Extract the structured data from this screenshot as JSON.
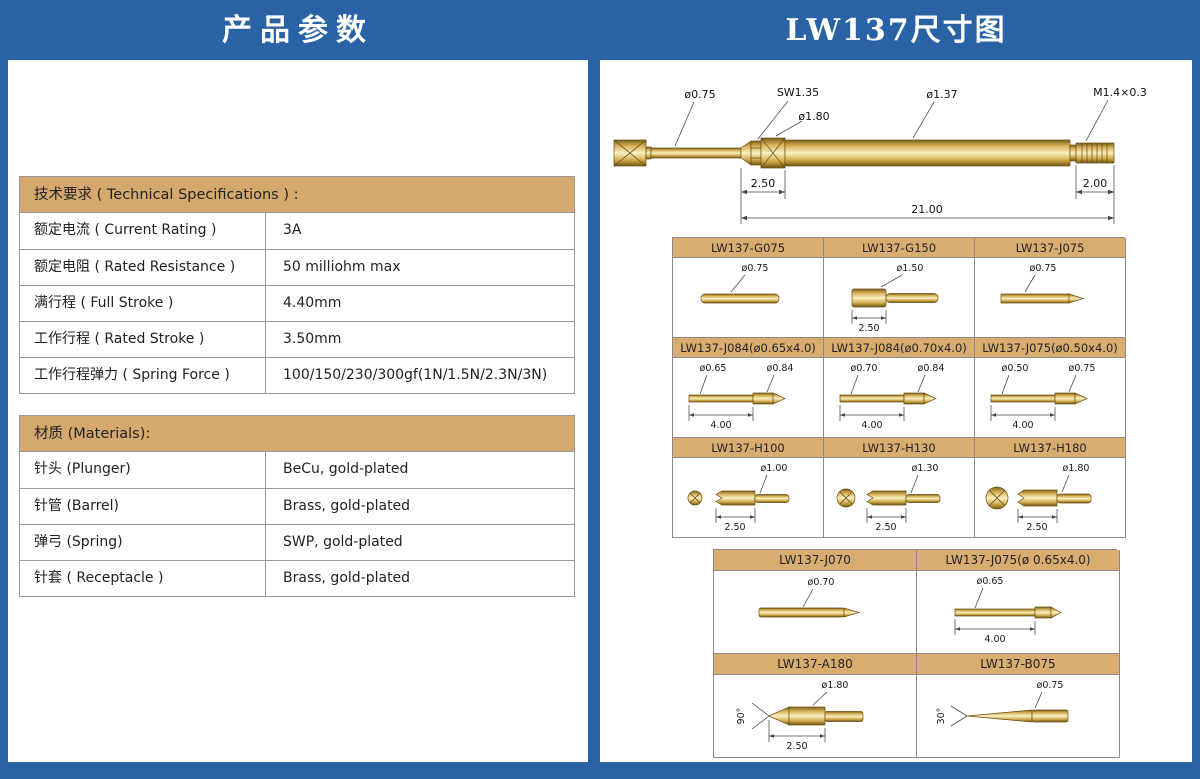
{
  "titles": {
    "left": "产品参数",
    "right": "LW137尺寸图"
  },
  "specs": {
    "header": "技术要求 ( Technical Specifications ) :",
    "rows": [
      {
        "label": "额定电流 ( Current Rating )",
        "value": "3A"
      },
      {
        "label": "额定电阻 ( Rated Resistance )",
        "value": "50 milliohm max"
      },
      {
        "label": "满行程 ( Full Stroke )",
        "value": "4.40mm"
      },
      {
        "label": "工作行程 ( Rated Stroke )",
        "value": "3.50mm"
      },
      {
        "label": "工作行程弹力 ( Spring Force )",
        "value": "100/150/230/300gf(1N/1.5N/2.3N/3N)"
      }
    ]
  },
  "materials": {
    "header": "材质 (Materials):",
    "rows": [
      {
        "label": "针头 (Plunger)",
        "value": "BeCu, gold-plated"
      },
      {
        "label": "针管 (Barrel)",
        "value": "Brass, gold-plated"
      },
      {
        "label": "弹弓 (Spring)",
        "value": "SWP, gold-plated"
      },
      {
        "label": "针套 ( Receptacle )",
        "value": "Brass, gold-plated"
      }
    ]
  },
  "main": {
    "d1": "ø0.75",
    "d2": "SW1.35",
    "d3": "ø1.80",
    "d4": "ø1.37",
    "d5": "M1.4×0.3",
    "l1": "2.50",
    "l2": "21.00",
    "l3": "2.00"
  },
  "grid1": {
    "h": [
      "LW137-G075",
      "LW137-G150",
      "LW137-J075",
      "LW137-J084(ø0.65x4.0)",
      "LW137-J084(ø0.70x4.0)",
      "LW137-J075(ø0.50x4.0)",
      "LW137-H100",
      "LW137-H130",
      "LW137-H180"
    ],
    "cells": [
      {
        "d1": "ø0.75"
      },
      {
        "d1": "ø1.50",
        "len": "2.50"
      },
      {
        "d1": "ø0.75"
      },
      {
        "d1": "ø0.65",
        "d2": "ø0.84",
        "len": "4.00"
      },
      {
        "d1": "ø0.70",
        "d2": "ø0.84",
        "len": "4.00"
      },
      {
        "d1": "ø0.50",
        "d2": "ø0.75",
        "len": "4.00"
      },
      {
        "d1": "ø1.00",
        "len": "2.50"
      },
      {
        "d1": "ø1.30",
        "len": "2.50"
      },
      {
        "d1": "ø1.80",
        "len": "2.50"
      }
    ]
  },
  "grid2": {
    "h": [
      "LW137-J070",
      "LW137-J075(ø 0.65x4.0)",
      "LW137-A180",
      "LW137-B075"
    ],
    "cells": [
      {
        "d1": "ø0.70"
      },
      {
        "d1": "ø0.65",
        "len": "4.00"
      },
      {
        "d1": "ø1.80",
        "len": "2.50",
        "angle": "90°"
      },
      {
        "d1": "ø0.75",
        "angle": "30°"
      }
    ]
  }
}
